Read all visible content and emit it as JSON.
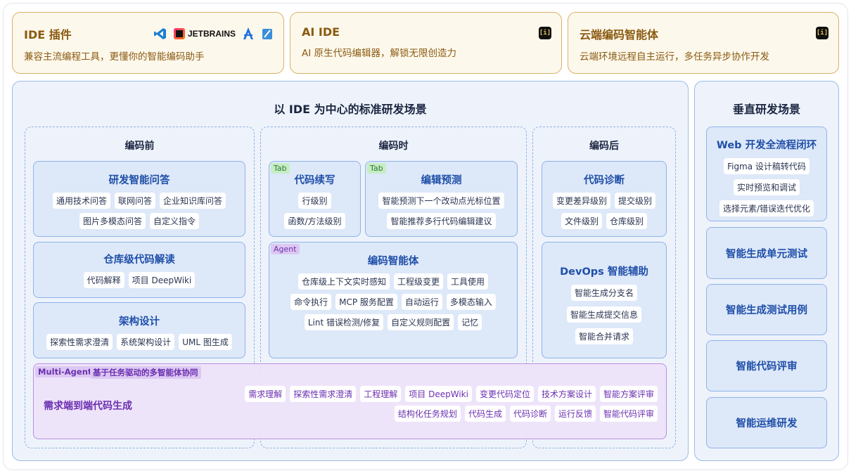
{
  "products": [
    {
      "title": "IDE 插件",
      "desc": "兼容主流编程工具，更懂你的智能编码助手",
      "icons": [
        "vscode-icon",
        "jetbrains-icon",
        "xcode-icon",
        "visual-studio-icon"
      ],
      "jetbrains_text": "JETBRAINS"
    },
    {
      "title": "AI IDE",
      "desc": "AI 原生代码编辑器，解锁无限创造力",
      "icon_text": "[i]"
    },
    {
      "title": "云端编码智能体",
      "desc": "云端环境远程自主运行，多任务异步协作开发",
      "icon_text": "[i]"
    }
  ],
  "ide_panel": {
    "title": "以 IDE 为中心的标准研发场景",
    "before": {
      "title": "编码前",
      "boxes": [
        {
          "title": "研发智能问答",
          "chips": [
            "通用技术问答",
            "联网问答",
            "企业知识库问答",
            "图片多模态问答",
            "自定义指令"
          ]
        },
        {
          "title": "仓库级代码解读",
          "chips": [
            "代码解释",
            "项目 DeepWiki"
          ]
        },
        {
          "title": "架构设计",
          "chips": [
            "探索性需求澄清",
            "系统架构设计",
            "UML 图生成"
          ]
        }
      ]
    },
    "during": {
      "title": "编码时",
      "completion": {
        "tag": "Tab",
        "title": "代码续写",
        "chips": [
          "行级别",
          "函数/方法级别"
        ]
      },
      "prediction": {
        "tag": "Tab",
        "title": "编辑预测",
        "chips": [
          "智能预测下一个改动点光标位置",
          "智能推荐多行代码编辑建议"
        ]
      },
      "agent": {
        "tag": "Agent",
        "title": "编码智能体",
        "chips": [
          "仓库级上下文实时感知",
          "工程级变更",
          "工具使用",
          "命令执行",
          "MCP 服务配置",
          "自动运行",
          "多模态输入",
          "Lint 错误检测/修复",
          "自定义规则配置",
          "记忆"
        ]
      }
    },
    "after": {
      "title": "编码后",
      "boxes": [
        {
          "title": "代码诊断",
          "chips": [
            "变更差异级别",
            "提交级别",
            "文件级别",
            "仓库级别"
          ]
        },
        {
          "title": "DevOps 智能辅助",
          "chips": [
            "智能生成分支名",
            "智能生成提交信息",
            "智能合并请求"
          ]
        }
      ]
    },
    "multi_agent": {
      "tag1": "Multi-Agent",
      "tag2": "基于任务驱动的多智能体协同",
      "title": "需求端到端代码生成",
      "row1": [
        "需求理解",
        "探索性需求澄清",
        "工程理解",
        "项目 DeepWiki",
        "变更代码定位",
        "技术方案设计",
        "智能方案评审"
      ],
      "row2": [
        "结构化任务规划",
        "代码生成",
        "代码诊断",
        "运行反馈",
        "智能代码评审"
      ]
    }
  },
  "vertical_panel": {
    "title": "垂直研发场景",
    "web": {
      "title": "Web 开发全流程闭环",
      "chips": [
        "Figma 设计稿转代码",
        "实时预览和调试",
        "选择元素/错误迭代优化"
      ]
    },
    "items": [
      "智能生成单元测试",
      "智能生成测试用例",
      "智能代码评审",
      "智能运维研发"
    ]
  }
}
